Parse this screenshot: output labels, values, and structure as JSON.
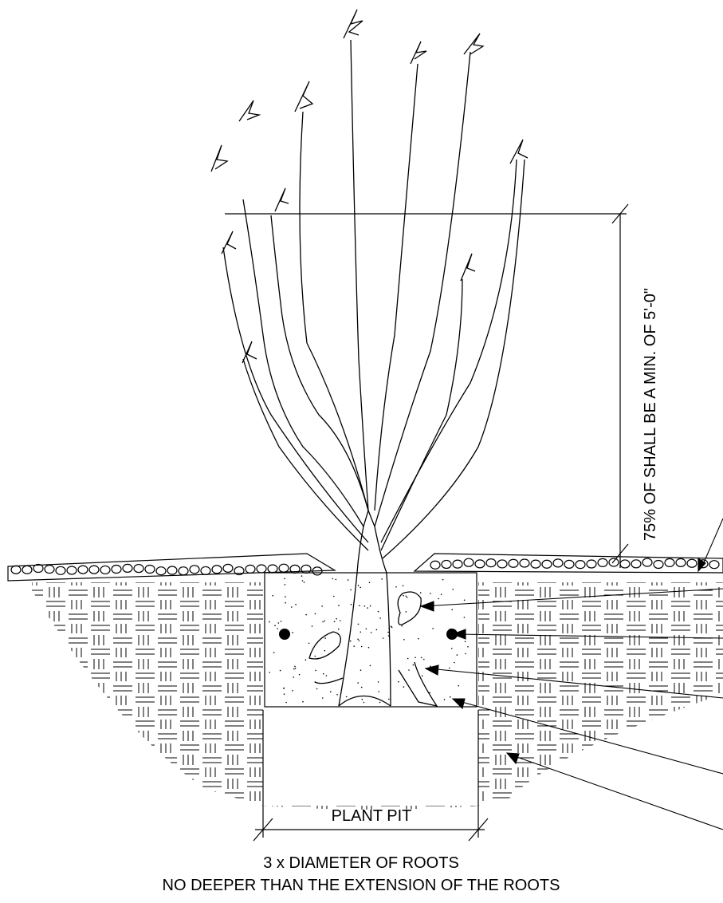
{
  "labels": {
    "height_note": "75% OF SHALL BE A MIN. OF 5'-0\"",
    "plant_pit": "PLANT PIT",
    "diameter_note": "3 x DIAMETER OF ROOTS",
    "depth_note": "NO DEEPER THAN THE EXTENSION OF THE ROOTS"
  },
  "colors": {
    "line": "#000000",
    "background": "#ffffff"
  }
}
